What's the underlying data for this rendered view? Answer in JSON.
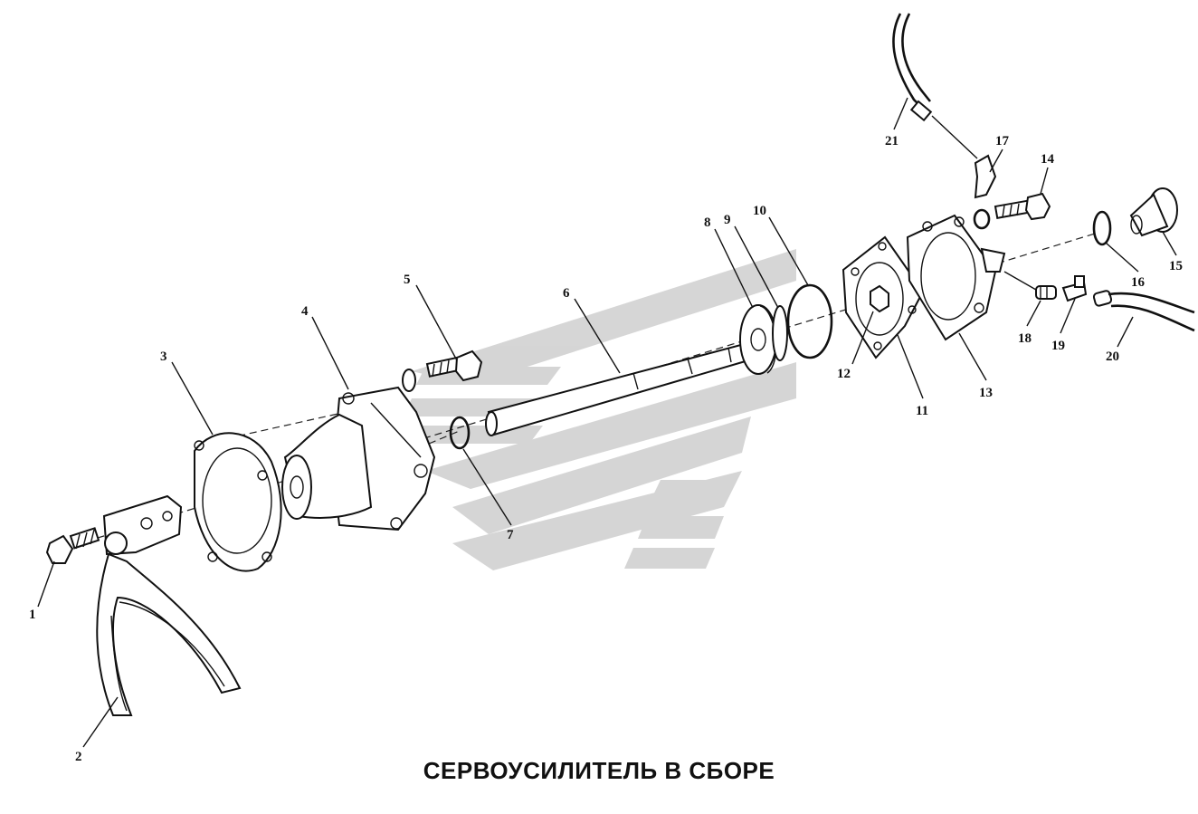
{
  "caption": "СЕРВОУСИЛИТЕЛЬ В СБОРЕ",
  "callouts": [
    "1",
    "2",
    "3",
    "4",
    "5",
    "6",
    "7",
    "8",
    "9",
    "10",
    "11",
    "12",
    "13",
    "14",
    "15",
    "16",
    "17",
    "18",
    "19",
    "20",
    "21"
  ],
  "colors": {
    "ink": "#111111",
    "watermark": "#b4b4b4",
    "background": "#ffffff"
  }
}
